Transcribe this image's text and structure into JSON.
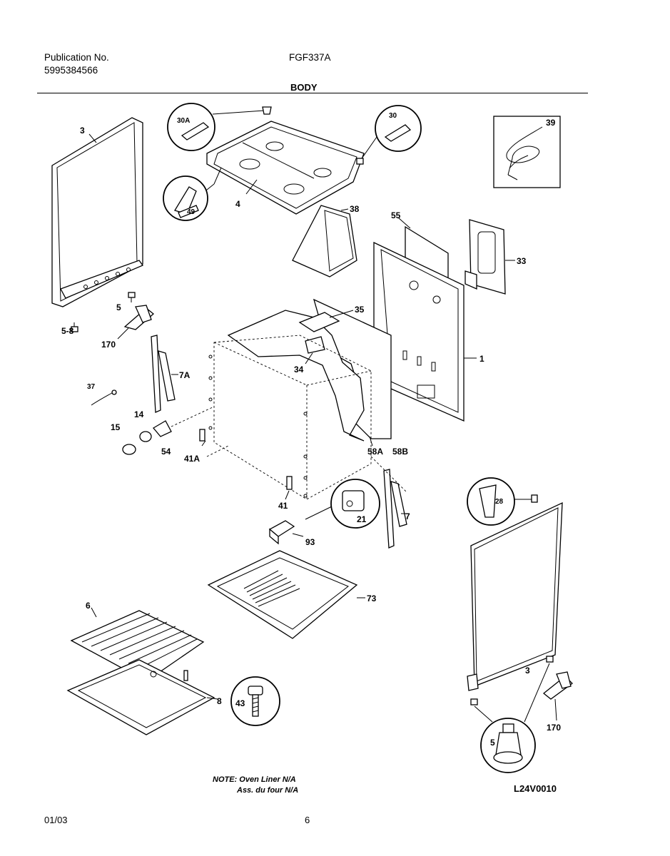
{
  "header": {
    "publication_label": "Publication No.",
    "publication_number": "5995384566",
    "model": "FGF337A",
    "section_title": "BODY"
  },
  "parts": {
    "p3_left": "3",
    "p30A": "30A",
    "p30": "30",
    "p39": "39",
    "p4": "4",
    "p49": "49",
    "p38": "38",
    "p55": "55",
    "p33": "33",
    "p5_top": "5",
    "p5_8": "5-8",
    "p170_left": "170",
    "p35": "35",
    "p1": "1",
    "p34": "34",
    "p7A": "7A",
    "p37": "37",
    "p14": "14",
    "p15": "15",
    "p54": "54",
    "p41A": "41A",
    "p58A": "58A",
    "p58B": "58B",
    "p41": "41",
    "p21": "21",
    "p7": "7",
    "p28": "28",
    "p93": "93",
    "p73": "73",
    "p6": "6",
    "p8": "8",
    "p43": "43",
    "p3_right": "3",
    "p170_right": "170",
    "p5_bottom": "5"
  },
  "notes": {
    "line1": "NOTE: Oven Liner N/A",
    "line2": "Ass. du four N/A"
  },
  "drawing_code": "L24V0010",
  "footer": {
    "date": "01/03",
    "page": "6"
  }
}
